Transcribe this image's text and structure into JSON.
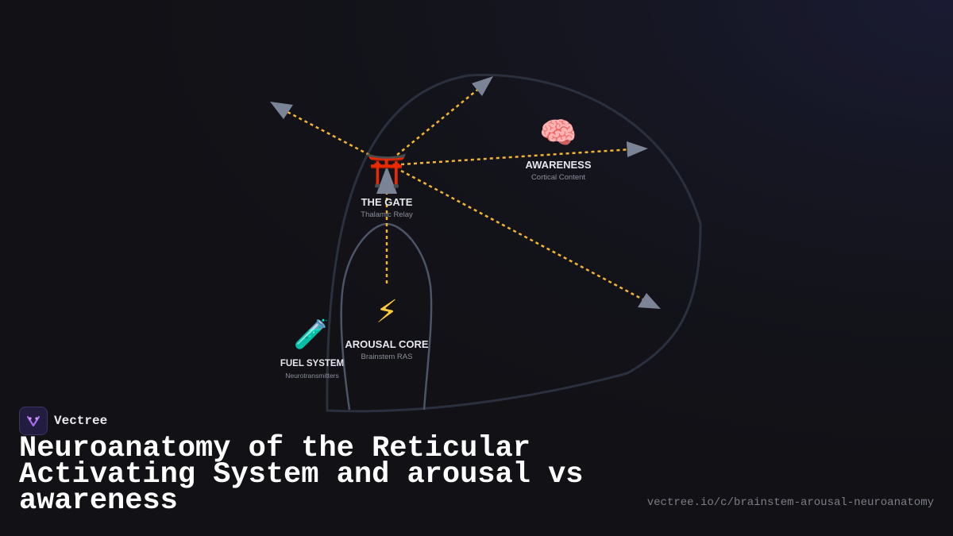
{
  "diagram": {
    "nodes": {
      "gate": {
        "icon": "torii-gate-icon",
        "glyph": "⛩️",
        "title": "THE GATE",
        "subtitle": "Thalamic Relay"
      },
      "awareness": {
        "icon": "brain-icon",
        "glyph": "🧠",
        "title": "AWARENESS",
        "subtitle": "Cortical Content"
      },
      "arousal": {
        "icon": "lightning-icon",
        "glyph": "⚡",
        "title": "AROUSAL CORE",
        "subtitle": "Brainstem RAS"
      },
      "fuel": {
        "icon": "test-tube-icon",
        "glyph": "🧪",
        "title": "FUEL SYSTEM",
        "subtitle": "Neurotransmitters"
      }
    },
    "colors": {
      "arrow_line": "#f3b531",
      "arrow_head": "#7a8496",
      "outline": "#2a303d",
      "brainstem_outline": "#4c5567"
    }
  },
  "footer": {
    "brand": "Vectree",
    "title": "Neuroanatomy of the Reticular Activating System and arousal vs awareness",
    "url": "vectree.io/c/brainstem-arousal-neuroanatomy"
  }
}
